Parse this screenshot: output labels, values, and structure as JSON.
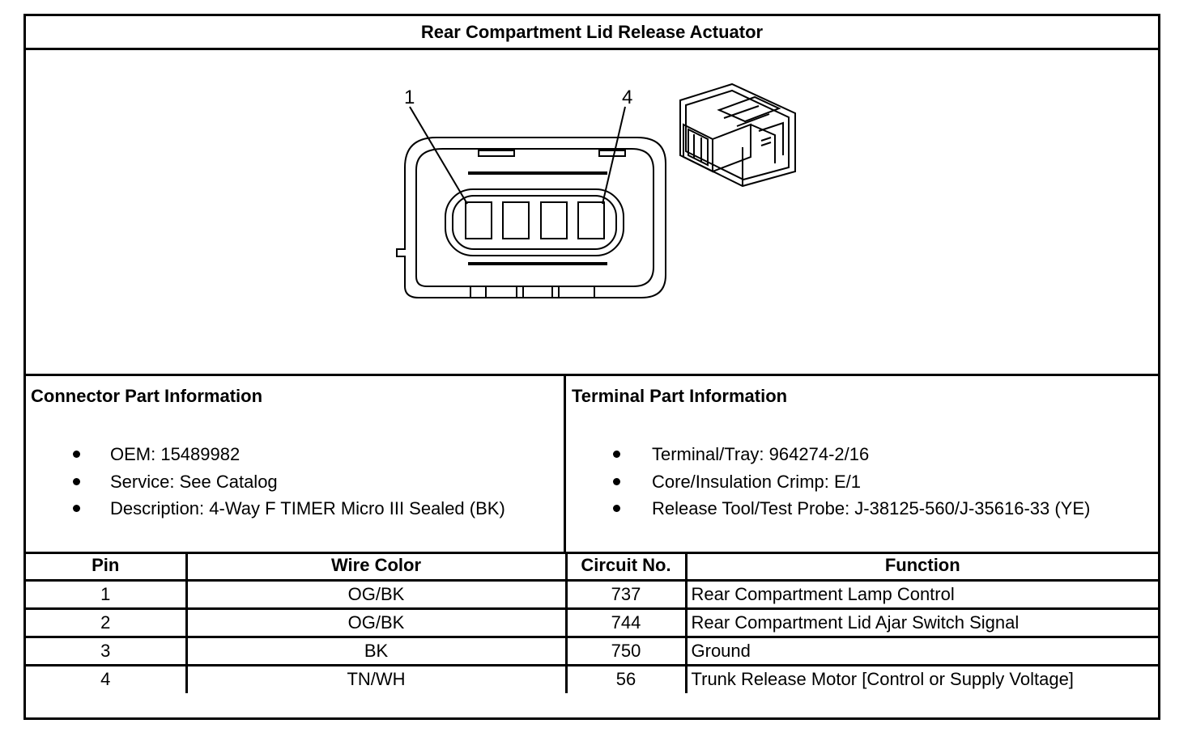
{
  "title": "Rear Compartment Lid Release Actuator",
  "diagram": {
    "pin_callouts": [
      "1",
      "4"
    ]
  },
  "connector_info": {
    "heading": "Connector Part Information",
    "items": [
      "OEM: 15489982",
      "Service: See Catalog",
      "Description: 4-Way F TIMER Micro III Sealed (BK)"
    ]
  },
  "terminal_info": {
    "heading": "Terminal Part Information",
    "items": [
      "Terminal/Tray: 964274-2/16",
      "Core/Insulation Crimp: E/1",
      "Release Tool/Test Probe: J-38125-560/J-35616-33 (YE)"
    ]
  },
  "pin_table": {
    "headers": [
      "Pin",
      "Wire Color",
      "Circuit No.",
      "Function"
    ],
    "rows": [
      [
        "1",
        "OG/BK",
        "737",
        "Rear Compartment Lamp Control"
      ],
      [
        "2",
        "OG/BK",
        "744",
        "Rear Compartment Lid Ajar Switch Signal"
      ],
      [
        "3",
        "BK",
        "750",
        "Ground"
      ],
      [
        "4",
        "TN/WH",
        "56",
        "Trunk Release Motor [Control or Supply Voltage]"
      ]
    ]
  }
}
